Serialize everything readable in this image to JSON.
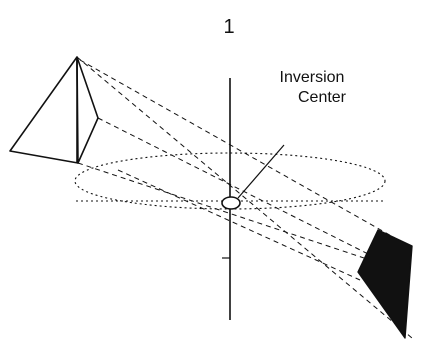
{
  "figure": {
    "axis_label": "1",
    "center_label_line1": "Inversion",
    "center_label_line2": "Center"
  },
  "colors": {
    "ink": "#111111",
    "background": "#ffffff"
  }
}
